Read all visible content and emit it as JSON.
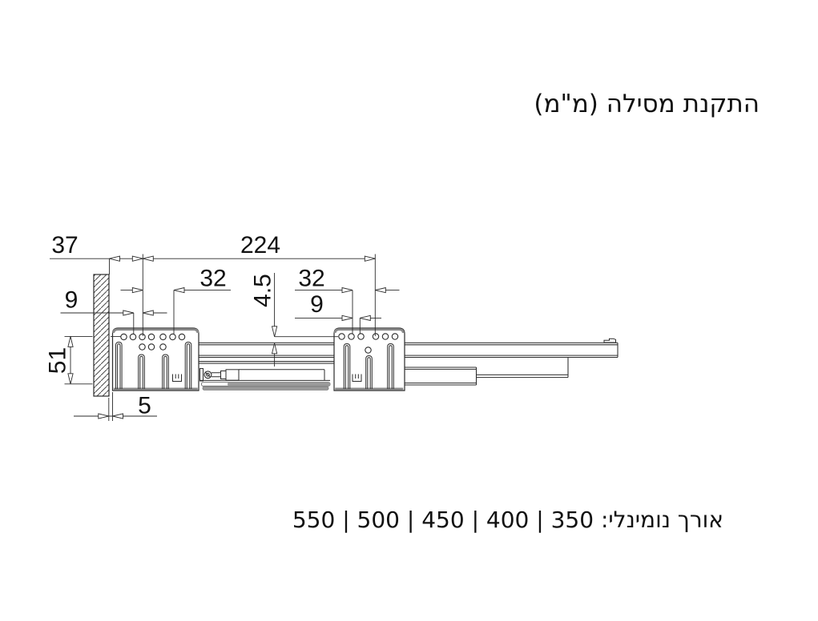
{
  "title": "התקנת מסילה (מ\"מ)",
  "footer": "אורך נומינלי: 350 | 400 | 450 | 500 | 550",
  "dims": {
    "wall_offset": "37",
    "hole_span": "224",
    "left_hole_spacing": "32",
    "right_hole_spacing": "32",
    "left_hole_offset": "9",
    "right_hole_offset": "9",
    "rail_height": "51",
    "front_gap": "5",
    "top_clearance": "4.5"
  }
}
